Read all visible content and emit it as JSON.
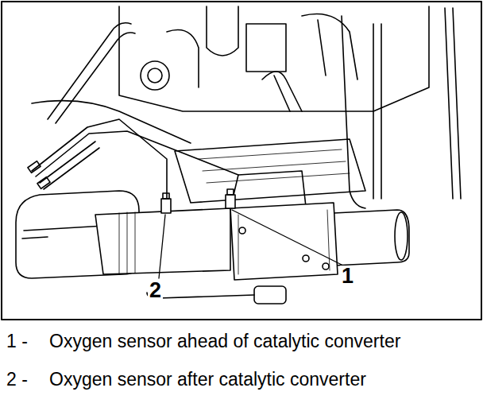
{
  "diagram": {
    "labels": [
      "2",
      "1",
      "1 -",
      "Oxygen sensor ahead of catalytic converter",
      "2 -",
      "Oxygen sensor after catalytic converter"
    ]
  }
}
